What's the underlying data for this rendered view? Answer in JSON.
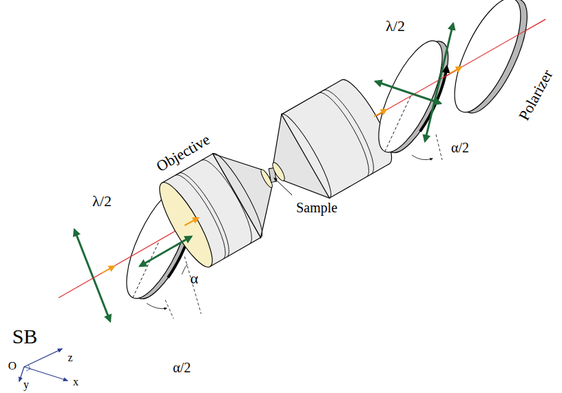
{
  "diagram": {
    "labels": [
      "λ/2",
      "Polarizer",
      "λ/2",
      "Objective",
      "α/2",
      "Sample",
      "α",
      "SB",
      "α/2",
      "O",
      "z",
      "x",
      "y"
    ]
  }
}
